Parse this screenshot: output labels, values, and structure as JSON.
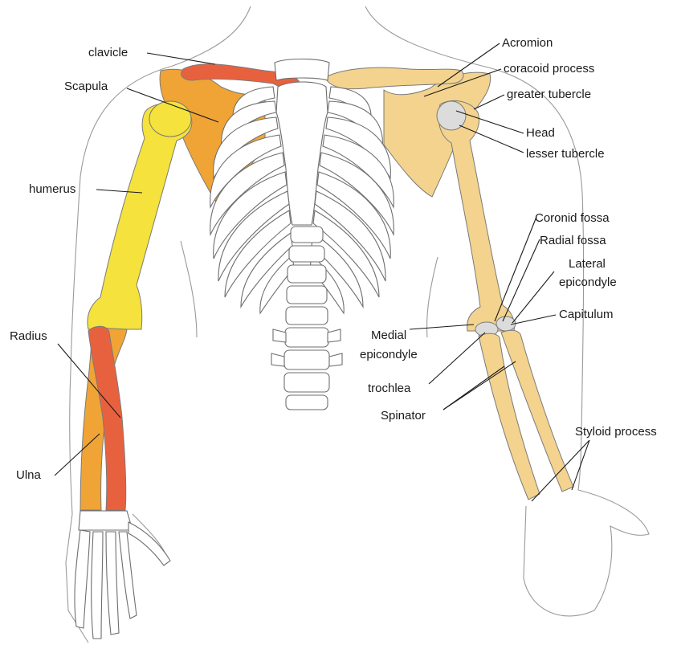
{
  "diagram": {
    "colors": {
      "clavicle": "#e8613f",
      "scapula": "#f0a436",
      "humerus": "#f5e23c",
      "radius": "#e8613f",
      "ulna": "#f0a436",
      "right_arm": "#f3d38d",
      "cartilage": "#dcdcdc",
      "bone_white": "#ffffff",
      "line": "#1a1a1a"
    },
    "labels": {
      "clavicle": "clavicle",
      "scapula": "Scapula",
      "humerus": "humerus",
      "radius": "Radius",
      "ulna": "Ulna",
      "acromion": "Acromion",
      "coracoid": "coracoid process",
      "greater_tubercle": "greater tubercle",
      "head": "Head",
      "lesser_tubercle": "lesser tubercle",
      "coronoid_fossa": "Coronid fossa",
      "radial_fossa": "Radial fossa",
      "lateral_epicondyle_1": "Lateral",
      "lateral_epicondyle_2": "epicondyle",
      "capitulum": "Capitulum",
      "medial_epicondyle_1": "Medial",
      "medial_epicondyle_2": "epicondyle",
      "trochlea": "trochlea",
      "spinator": "Spinator",
      "styloid": "Styloid process"
    }
  }
}
